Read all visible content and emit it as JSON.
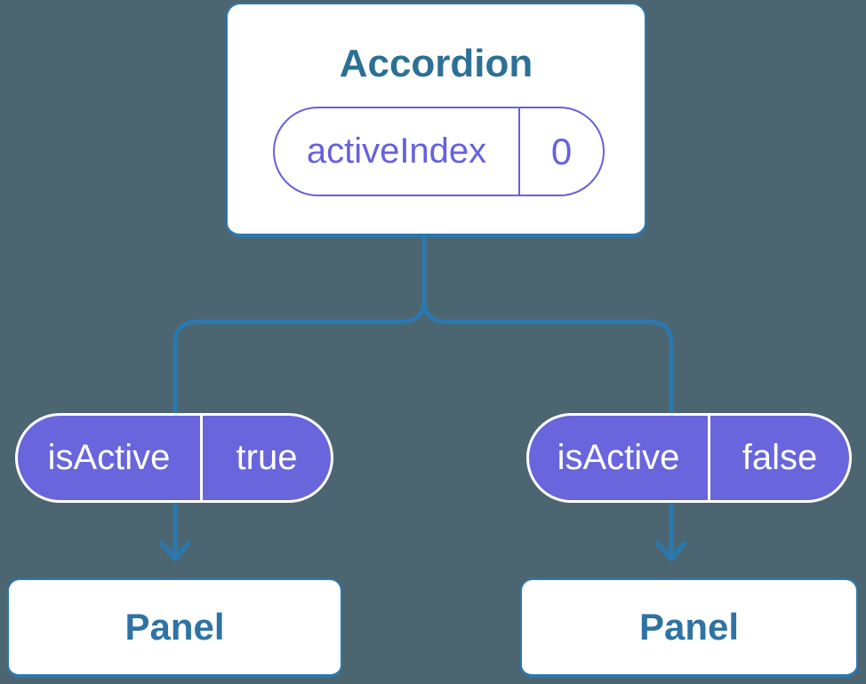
{
  "colors": {
    "bg": "#4C6671",
    "line": "#2B78AF",
    "purple": "#6661DD",
    "purple-fill": "#6965DD",
    "node-title": "#2C7095",
    "panel-title": "#2E73A3"
  },
  "root_node": {
    "title": "Accordion",
    "state_pill": {
      "label": "activeIndex",
      "value": "0"
    }
  },
  "branches": {
    "left": {
      "prop_pill": {
        "label": "isActive",
        "value": "true"
      },
      "child_node": {
        "title": "Panel"
      }
    },
    "right": {
      "prop_pill": {
        "label": "isActive",
        "value": "false"
      },
      "child_node": {
        "title": "Panel"
      }
    }
  }
}
